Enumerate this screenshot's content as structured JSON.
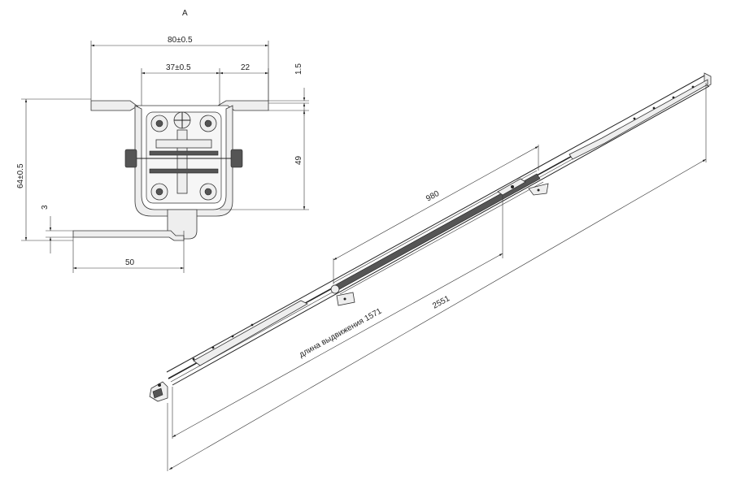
{
  "view_label": "A",
  "dimensions": {
    "width_total": "80±0.5",
    "width_inner": "37±0.5",
    "width_side": "22",
    "plate_thickness": "1.5",
    "height_total": "64±0.5",
    "height_body": "49",
    "offset_small": "3",
    "bracket_length": "50",
    "extension_980": "980",
    "travel_length": "длина выдвижения 1571",
    "overall_length": "2551"
  }
}
